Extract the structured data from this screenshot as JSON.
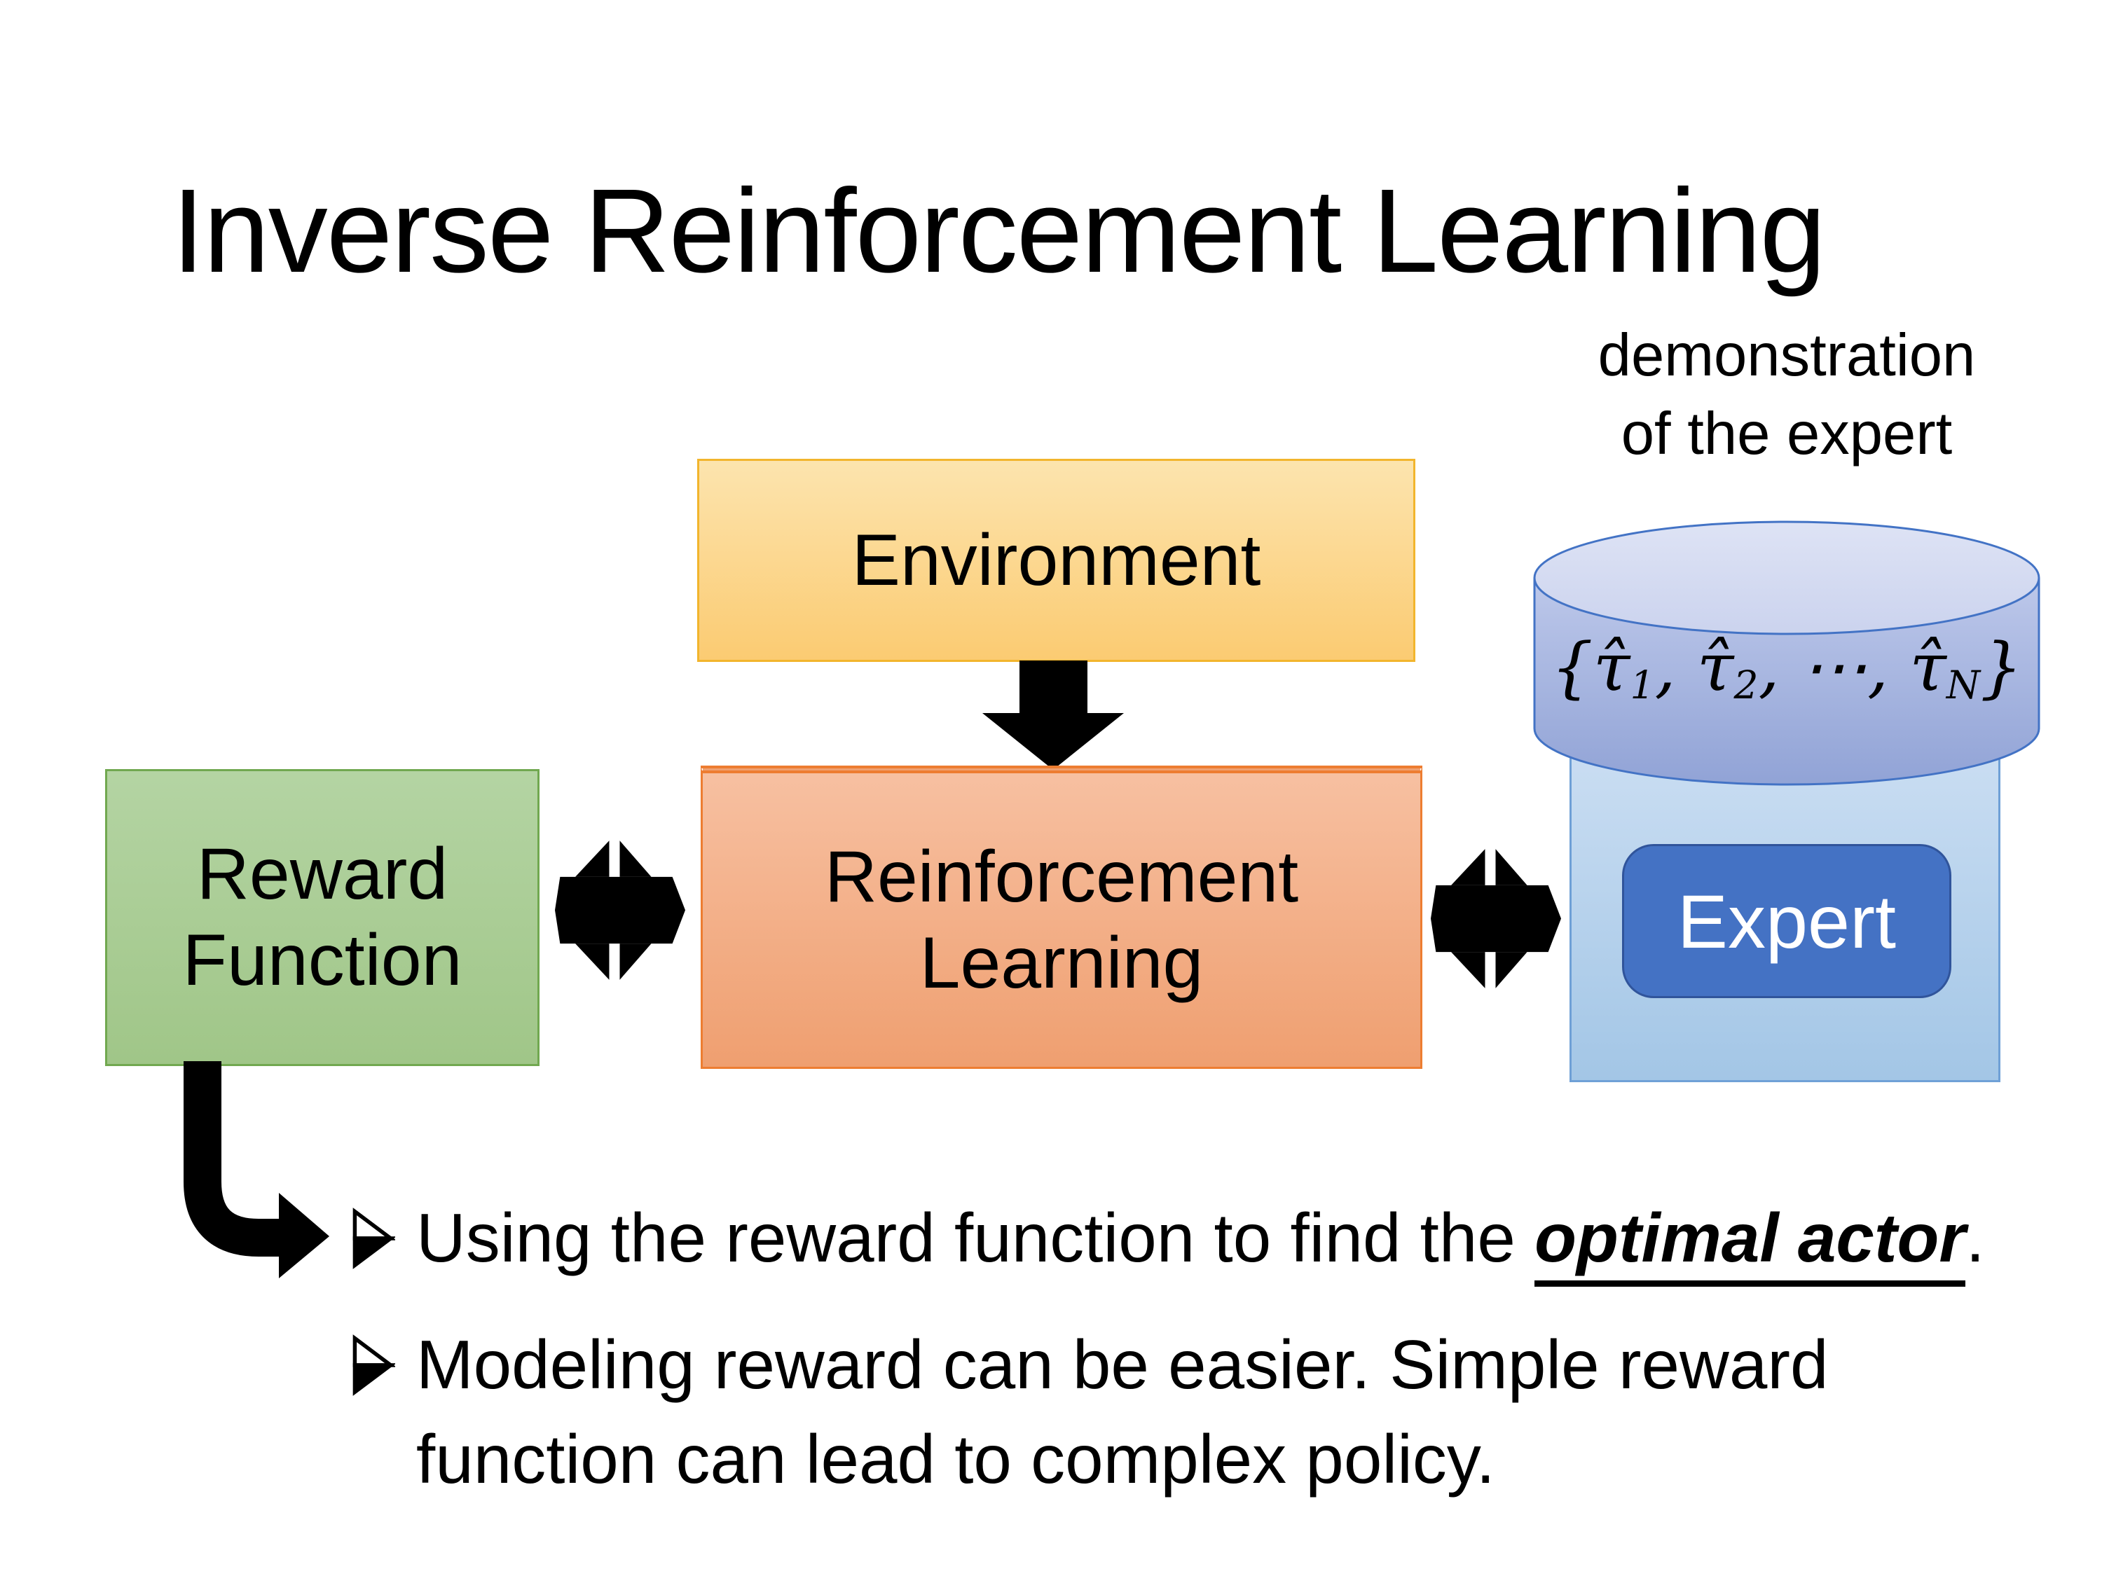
{
  "slide": {
    "title": "Inverse Reinforcement Learning",
    "background": "#FFFFFF"
  },
  "diagram": {
    "environment": {
      "label": "Environment",
      "fill_top": "#FCE4AE",
      "fill_bottom": "#FBCB72",
      "border": "#F2B52D"
    },
    "reward": {
      "label": "Reward\nFunction",
      "fill_top": "#B4D4A3",
      "fill_bottom": "#A0C688",
      "border": "#71A850"
    },
    "reinforcement": {
      "label": "Reinforcement\nLearning",
      "fill_top": "#F7C0A1",
      "fill_bottom": "#EF9F70",
      "border": "#ED7D31"
    },
    "expert": {
      "label": "Expert",
      "fill": "#4472C4",
      "border": "#30549B",
      "panel_fill_top": "#C9DDF2",
      "panel_fill_bottom": "#A3C6E6",
      "panel_border": "#6FA0D6"
    },
    "demonstration": {
      "caption": "demonstration\nof the expert",
      "dataset": {
        "open": "{",
        "tau": "τ̂",
        "sub_1": "1",
        "sub_2": "2",
        "sub_n": "N",
        "comma": ", ",
        "dots": "⋯",
        "close": "}"
      },
      "cylinder_top_fill": "#D9DFF3",
      "cylinder_body_top": "#BDC8EA",
      "cylinder_body_bottom": "#91A3D6",
      "cylinder_border": "#4373C5"
    },
    "arrow_color": "#000000"
  },
  "bullets": {
    "item_1": {
      "prefix": "Using the reward function to find the ",
      "highlight": "optimal actor",
      "suffix": "."
    },
    "item_2": {
      "text": "Modeling reward can be easier. Simple reward\nfunction can lead to complex policy."
    }
  }
}
